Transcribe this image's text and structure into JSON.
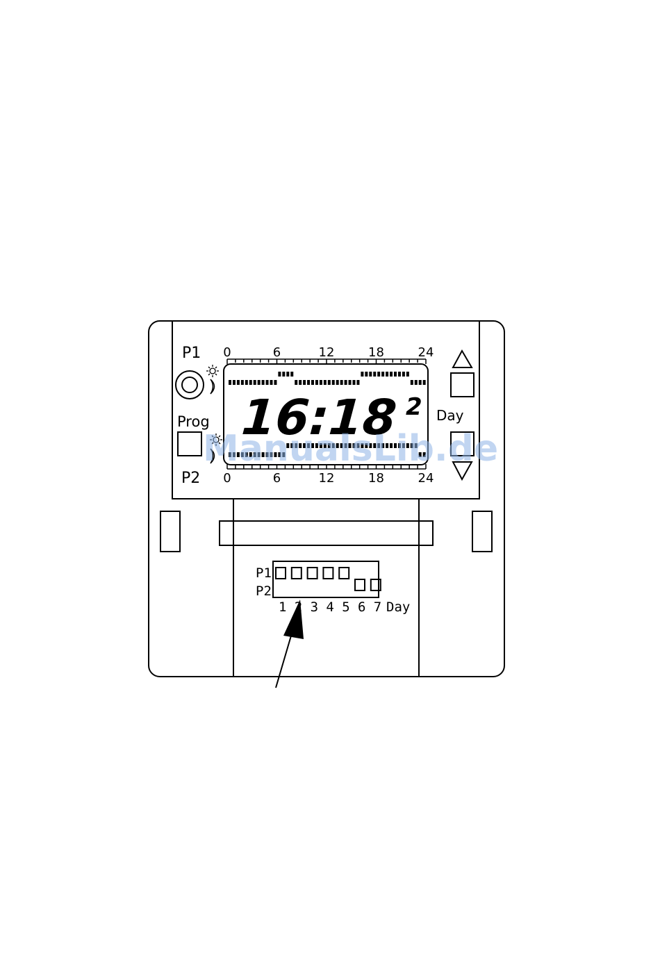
{
  "device": {
    "program_top_label": "P1",
    "program_bottom_label": "P2",
    "prog_button_label": "Prog",
    "day_label": "Day",
    "time_display": "16:18",
    "day_display": "2",
    "scale_ticks": [
      "0",
      "6",
      "12",
      "18",
      "24"
    ],
    "icons": {
      "rotary_knob": "rotary-knob-icon",
      "sun_top": "sun-icon",
      "moon_top": "moon-icon",
      "sun_bottom": "sun-icon",
      "moon_bottom": "moon-icon",
      "up_arrow": "triangle-up-icon",
      "down_arrow": "triangle-down-icon"
    }
  },
  "day_selector": {
    "row_labels": [
      "P1",
      "P2"
    ],
    "day_numbers": [
      "1",
      "2",
      "3",
      "4",
      "5",
      "6",
      "7"
    ],
    "day_label": "Day",
    "p1_days": [
      1,
      2,
      3,
      4,
      5
    ],
    "p2_days": [
      6,
      7
    ]
  },
  "watermark": "ManualsLib.de"
}
